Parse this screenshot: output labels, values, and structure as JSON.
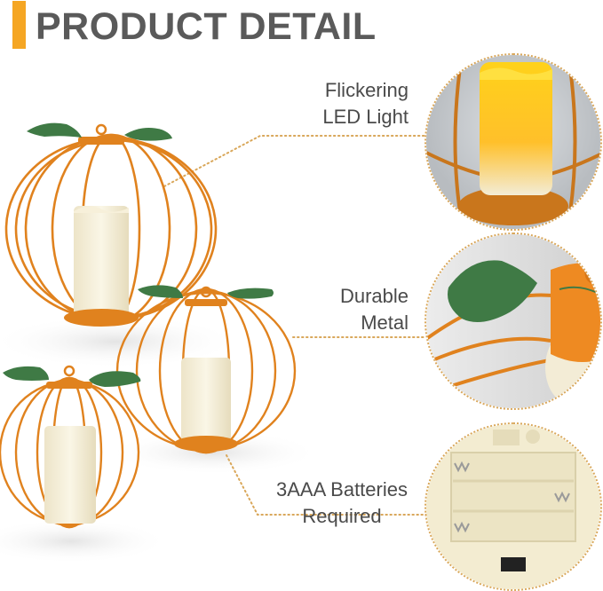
{
  "header": {
    "title": "PRODUCT DETAIL",
    "accent_color": "#f5a623"
  },
  "features": [
    {
      "line1": "Flickering",
      "line2": "LED Light",
      "icon": "led-candle-closeup"
    },
    {
      "line1": "Durable",
      "line2": "Metal",
      "icon": "metal-leaf-closeup"
    },
    {
      "line1": "3AAA Batteries",
      "line2": "Required",
      "icon": "battery-compartment-closeup"
    }
  ],
  "colors": {
    "metal": "#e0821e",
    "leaf": "#3f7a45",
    "candle": "#f3ecd6",
    "led_glow": "#ffc21a",
    "leader_line": "#d9a75a",
    "text": "#4a4a4a"
  }
}
